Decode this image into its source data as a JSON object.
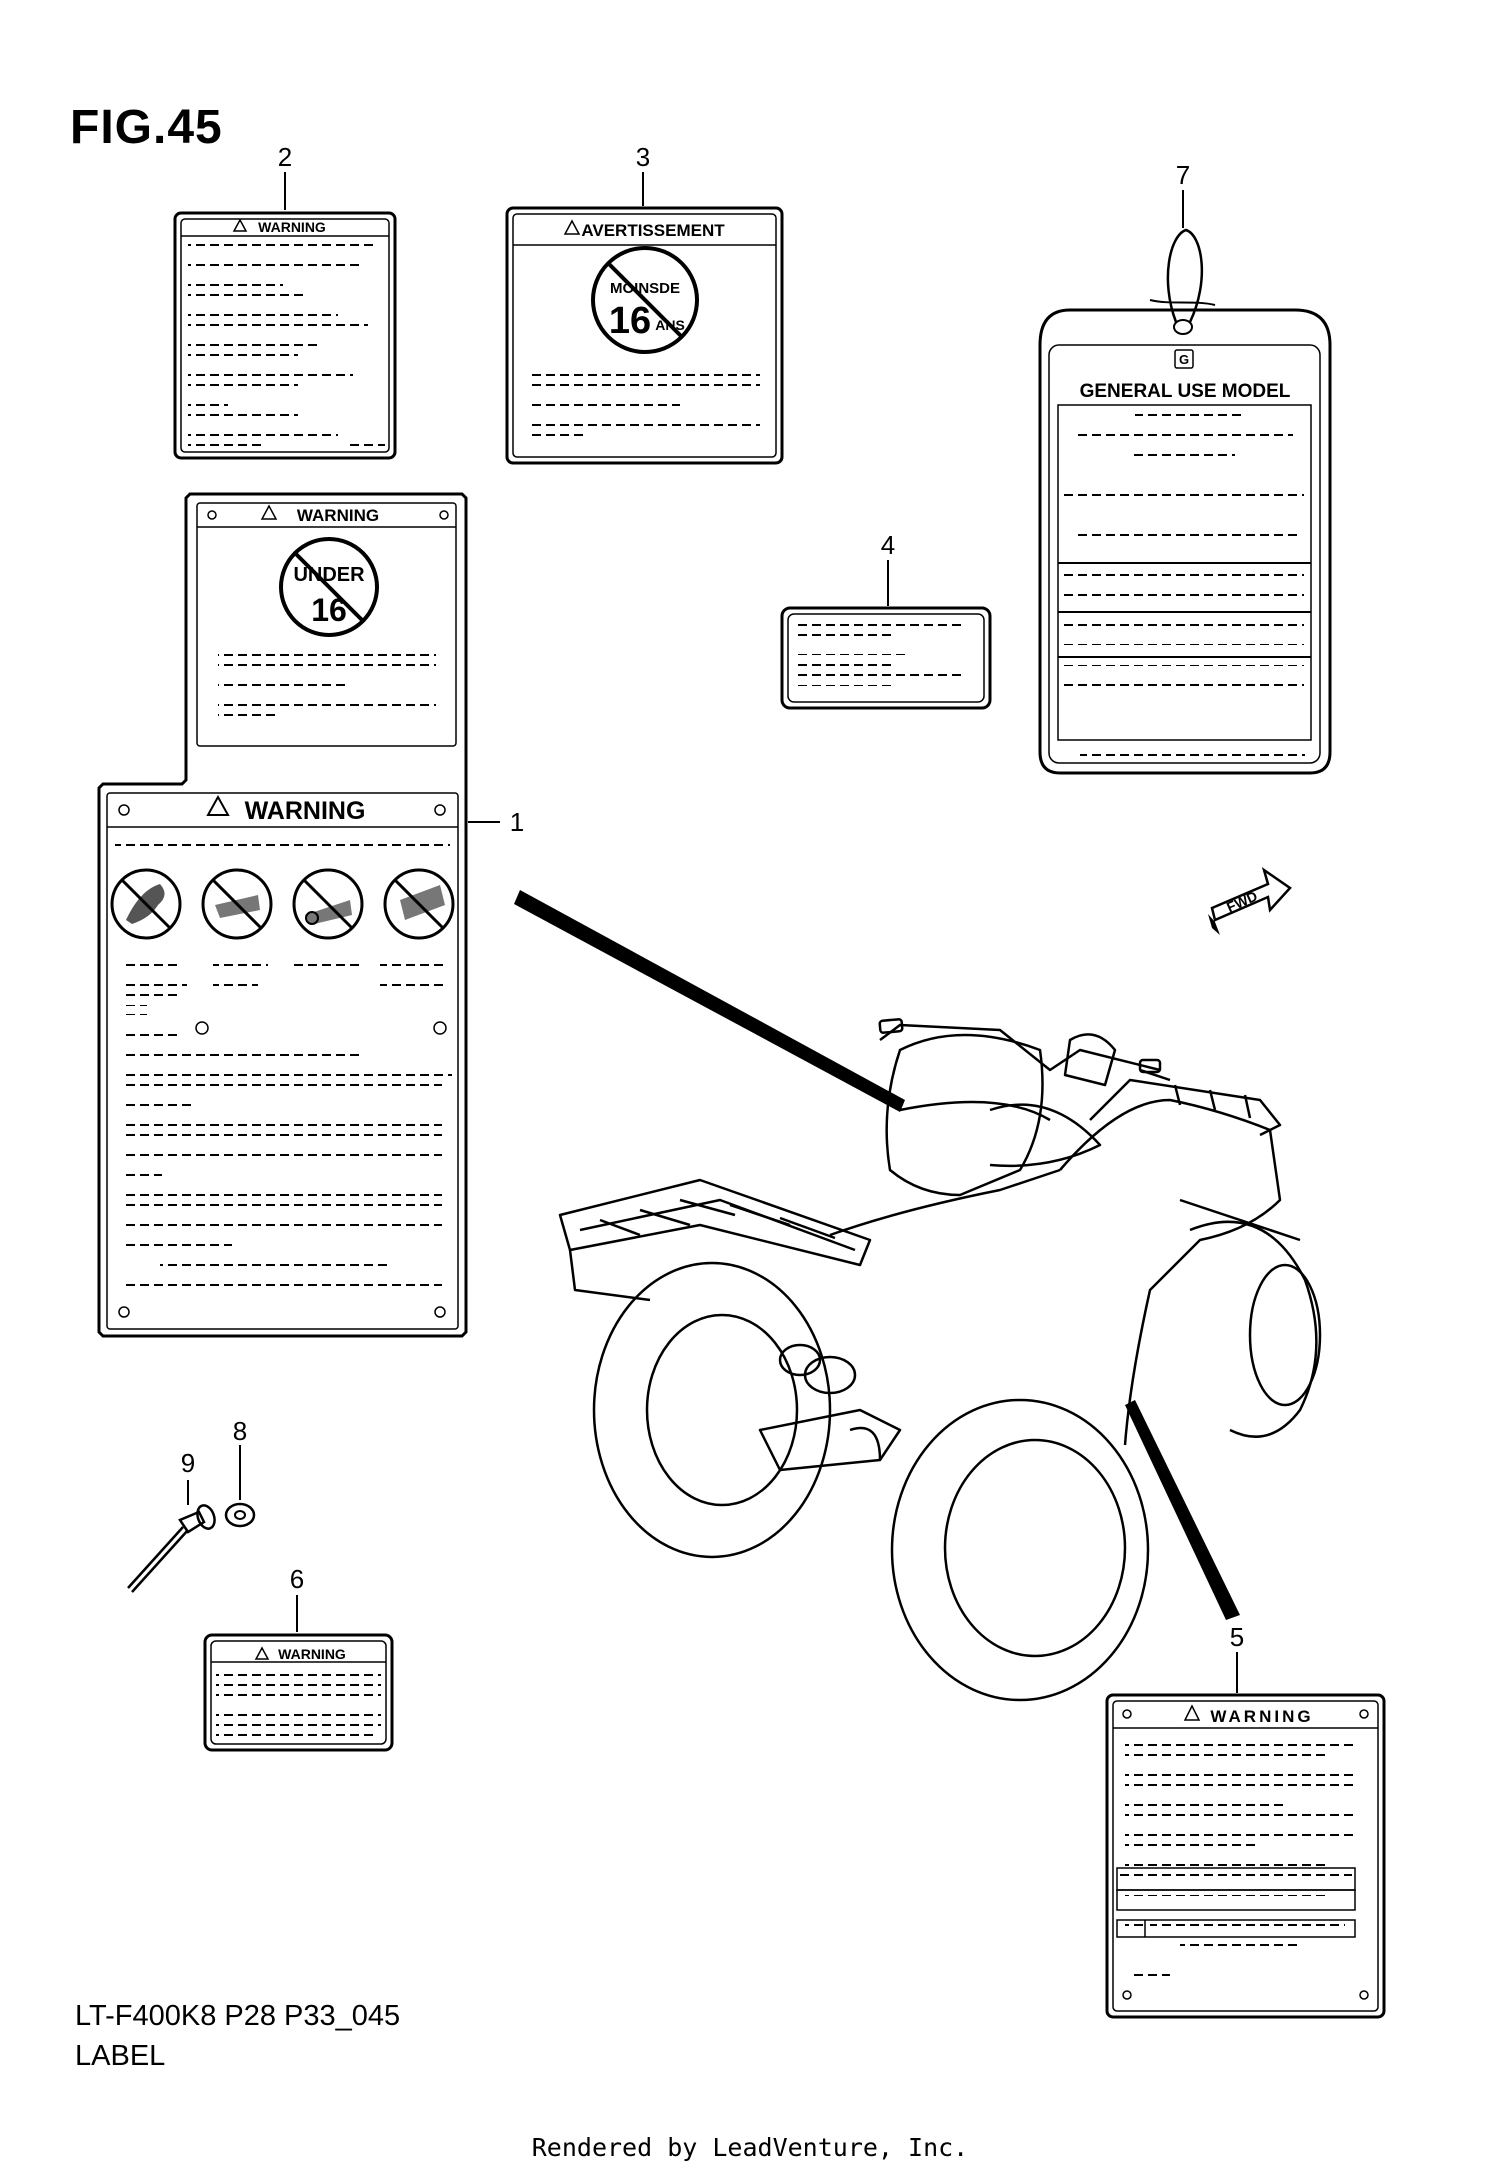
{
  "figure": {
    "title": "FIG.45",
    "model_code": "LT-F400K8 P28 P33_045",
    "section_name": "LABEL"
  },
  "callouts": [
    "1",
    "2",
    "3",
    "4",
    "5",
    "6",
    "7",
    "8",
    "9"
  ],
  "labels": {
    "warning": "WARNING",
    "avertissement": "AVERTISSEMENT",
    "moins_de": "MOINSDE",
    "sixteen": "16",
    "ans": "ANS",
    "under": "UNDER",
    "general_use_model": "GENERAL USE MODEL",
    "g_logo": "G",
    "fwd": "FWD"
  },
  "footer": "Rendered by LeadVenture, Inc."
}
